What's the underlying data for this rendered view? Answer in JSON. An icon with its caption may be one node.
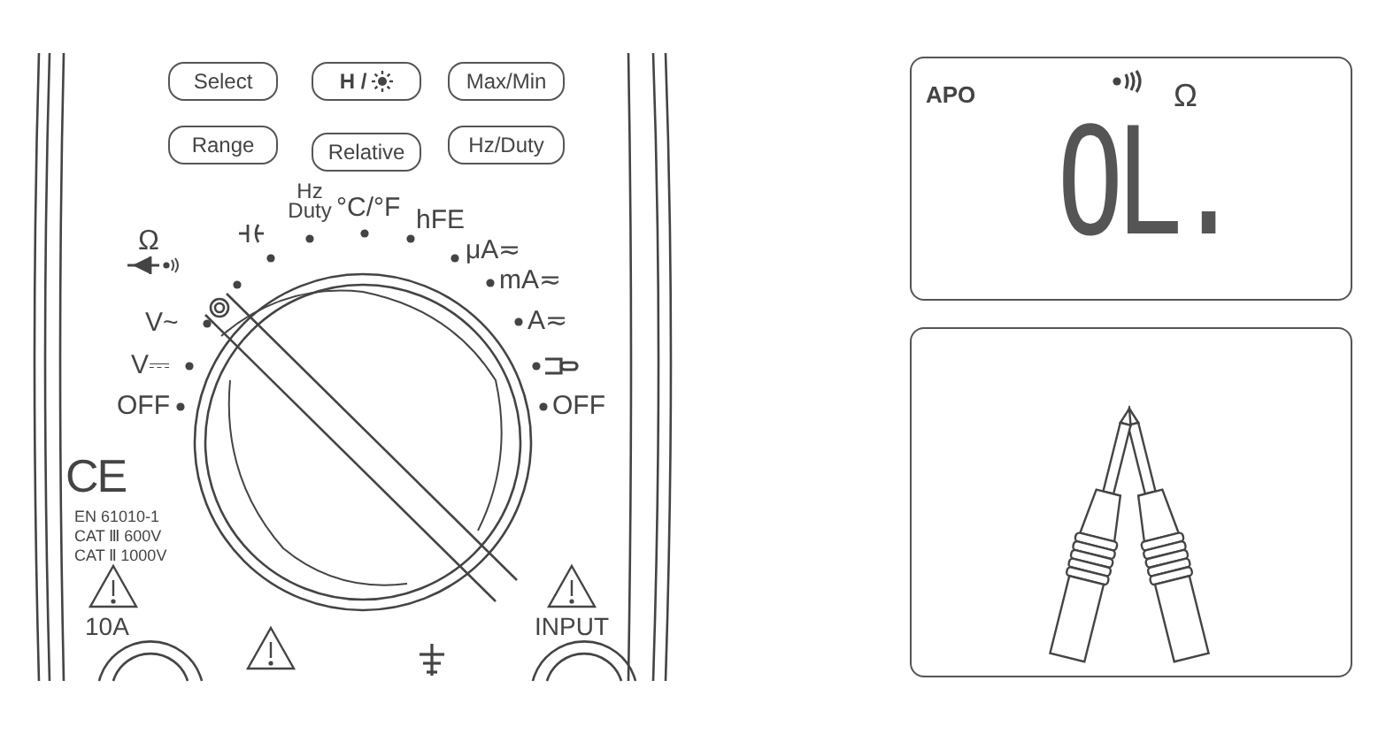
{
  "diagram": {
    "nodes": [
      {
        "text": [
          "Select"
        ]
      },
      {
        "text": [
          "H /"
        ]
      },
      {
        "text": [
          "Max/Min"
        ]
      },
      {
        "text": [
          "Range"
        ]
      },
      {
        "text": [
          "Relative"
        ]
      },
      {
        "text": [
          "Hz/Duty"
        ]
      },
      {
        "text": [
          "APO",
          "Ω",
          "OL."
        ]
      },
      {
        "text": [],
        "shape": "picture"
      }
    ],
    "labels": [
      "Hz Duty",
      "°C/°F",
      "hFE",
      "Ω",
      "μA≂",
      "mA≂",
      "V~",
      "A≂",
      "V⎓",
      "OFF",
      "OFF",
      "CE",
      "EN 61010-1",
      "CAT Ⅲ 600V",
      "CAT Ⅱ 1000V",
      "10A",
      "INPUT"
    ]
  }
}
